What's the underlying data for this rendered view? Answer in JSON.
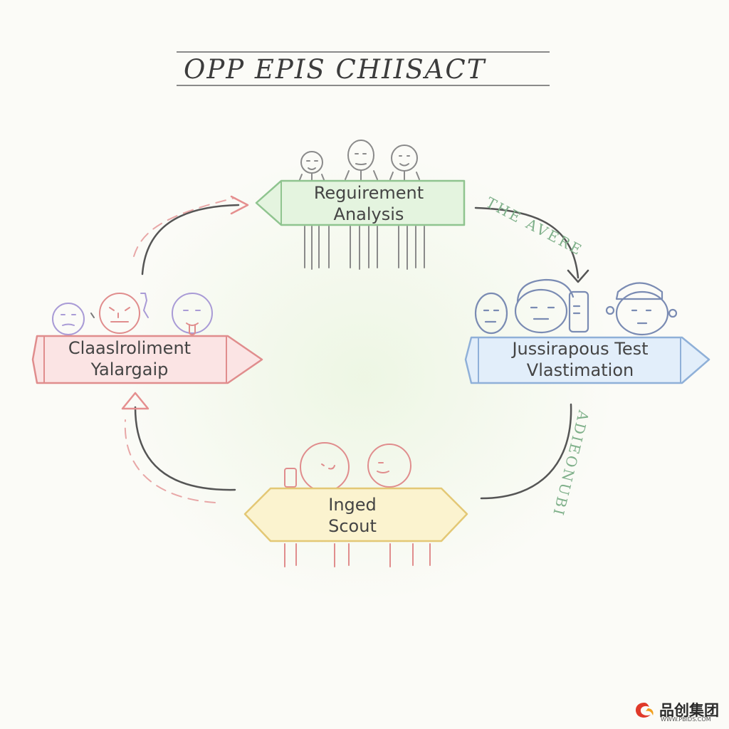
{
  "title": "OPP EPIS CHIISACT",
  "nodes": {
    "top": {
      "line1": "Reguirement",
      "line2": "Analysis",
      "color": "#e4f4df"
    },
    "left": {
      "line1": "Claaslroliment",
      "line2": "Yalargaip",
      "color": "#fbe4e4"
    },
    "right": {
      "line1": "Jussirapous Test",
      "line2": "Vlastimation",
      "color": "#e2eefa"
    },
    "bottom": {
      "line1": "Inged",
      "line2": "Scout",
      "color": "#fbf3cf"
    }
  },
  "side_text": {
    "upper_right": "THE AVERE",
    "lower_right": "ADIEONUBI"
  },
  "icons": [
    "stick-figure-icon",
    "face-icon",
    "arrow-icon"
  ],
  "watermark": {
    "name": "品创集团",
    "url": "WWW.PBIDS.COM"
  }
}
